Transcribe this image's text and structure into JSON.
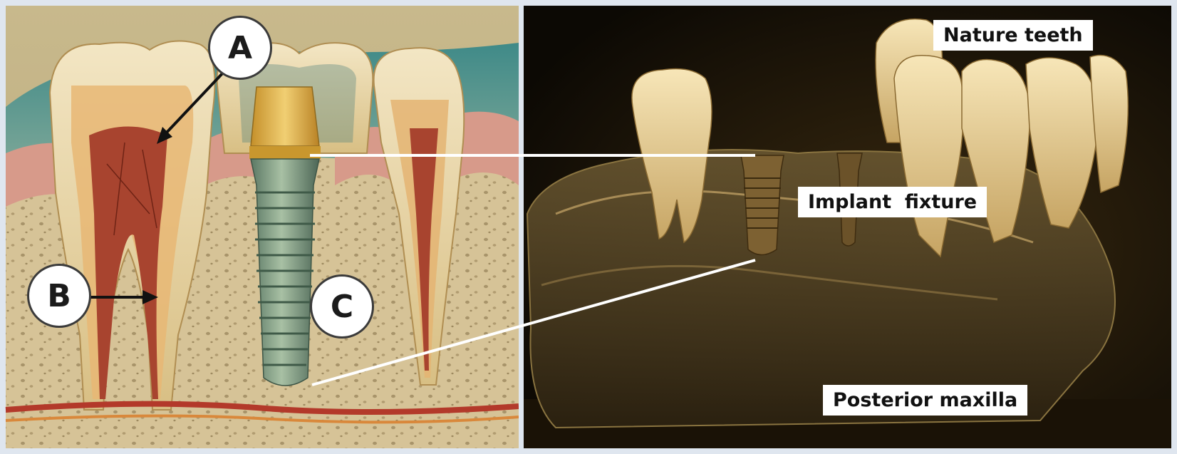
{
  "markers": {
    "a": "A",
    "b": "B",
    "c": "C"
  },
  "labels": {
    "nature_teeth": "Nature teeth",
    "implant_fixture": "Implant  fixture",
    "posterior_maxilla": "Posterior maxilla"
  },
  "colors": {
    "frame": "#dfe6ef",
    "bone": "#d8c79a",
    "gum": "#d99888",
    "enamel": "#ecdcb2",
    "pulp": "#a8422e",
    "implant": "#7f9a80",
    "abutment": "#e0b34a",
    "photo_bg": "#120d05"
  }
}
